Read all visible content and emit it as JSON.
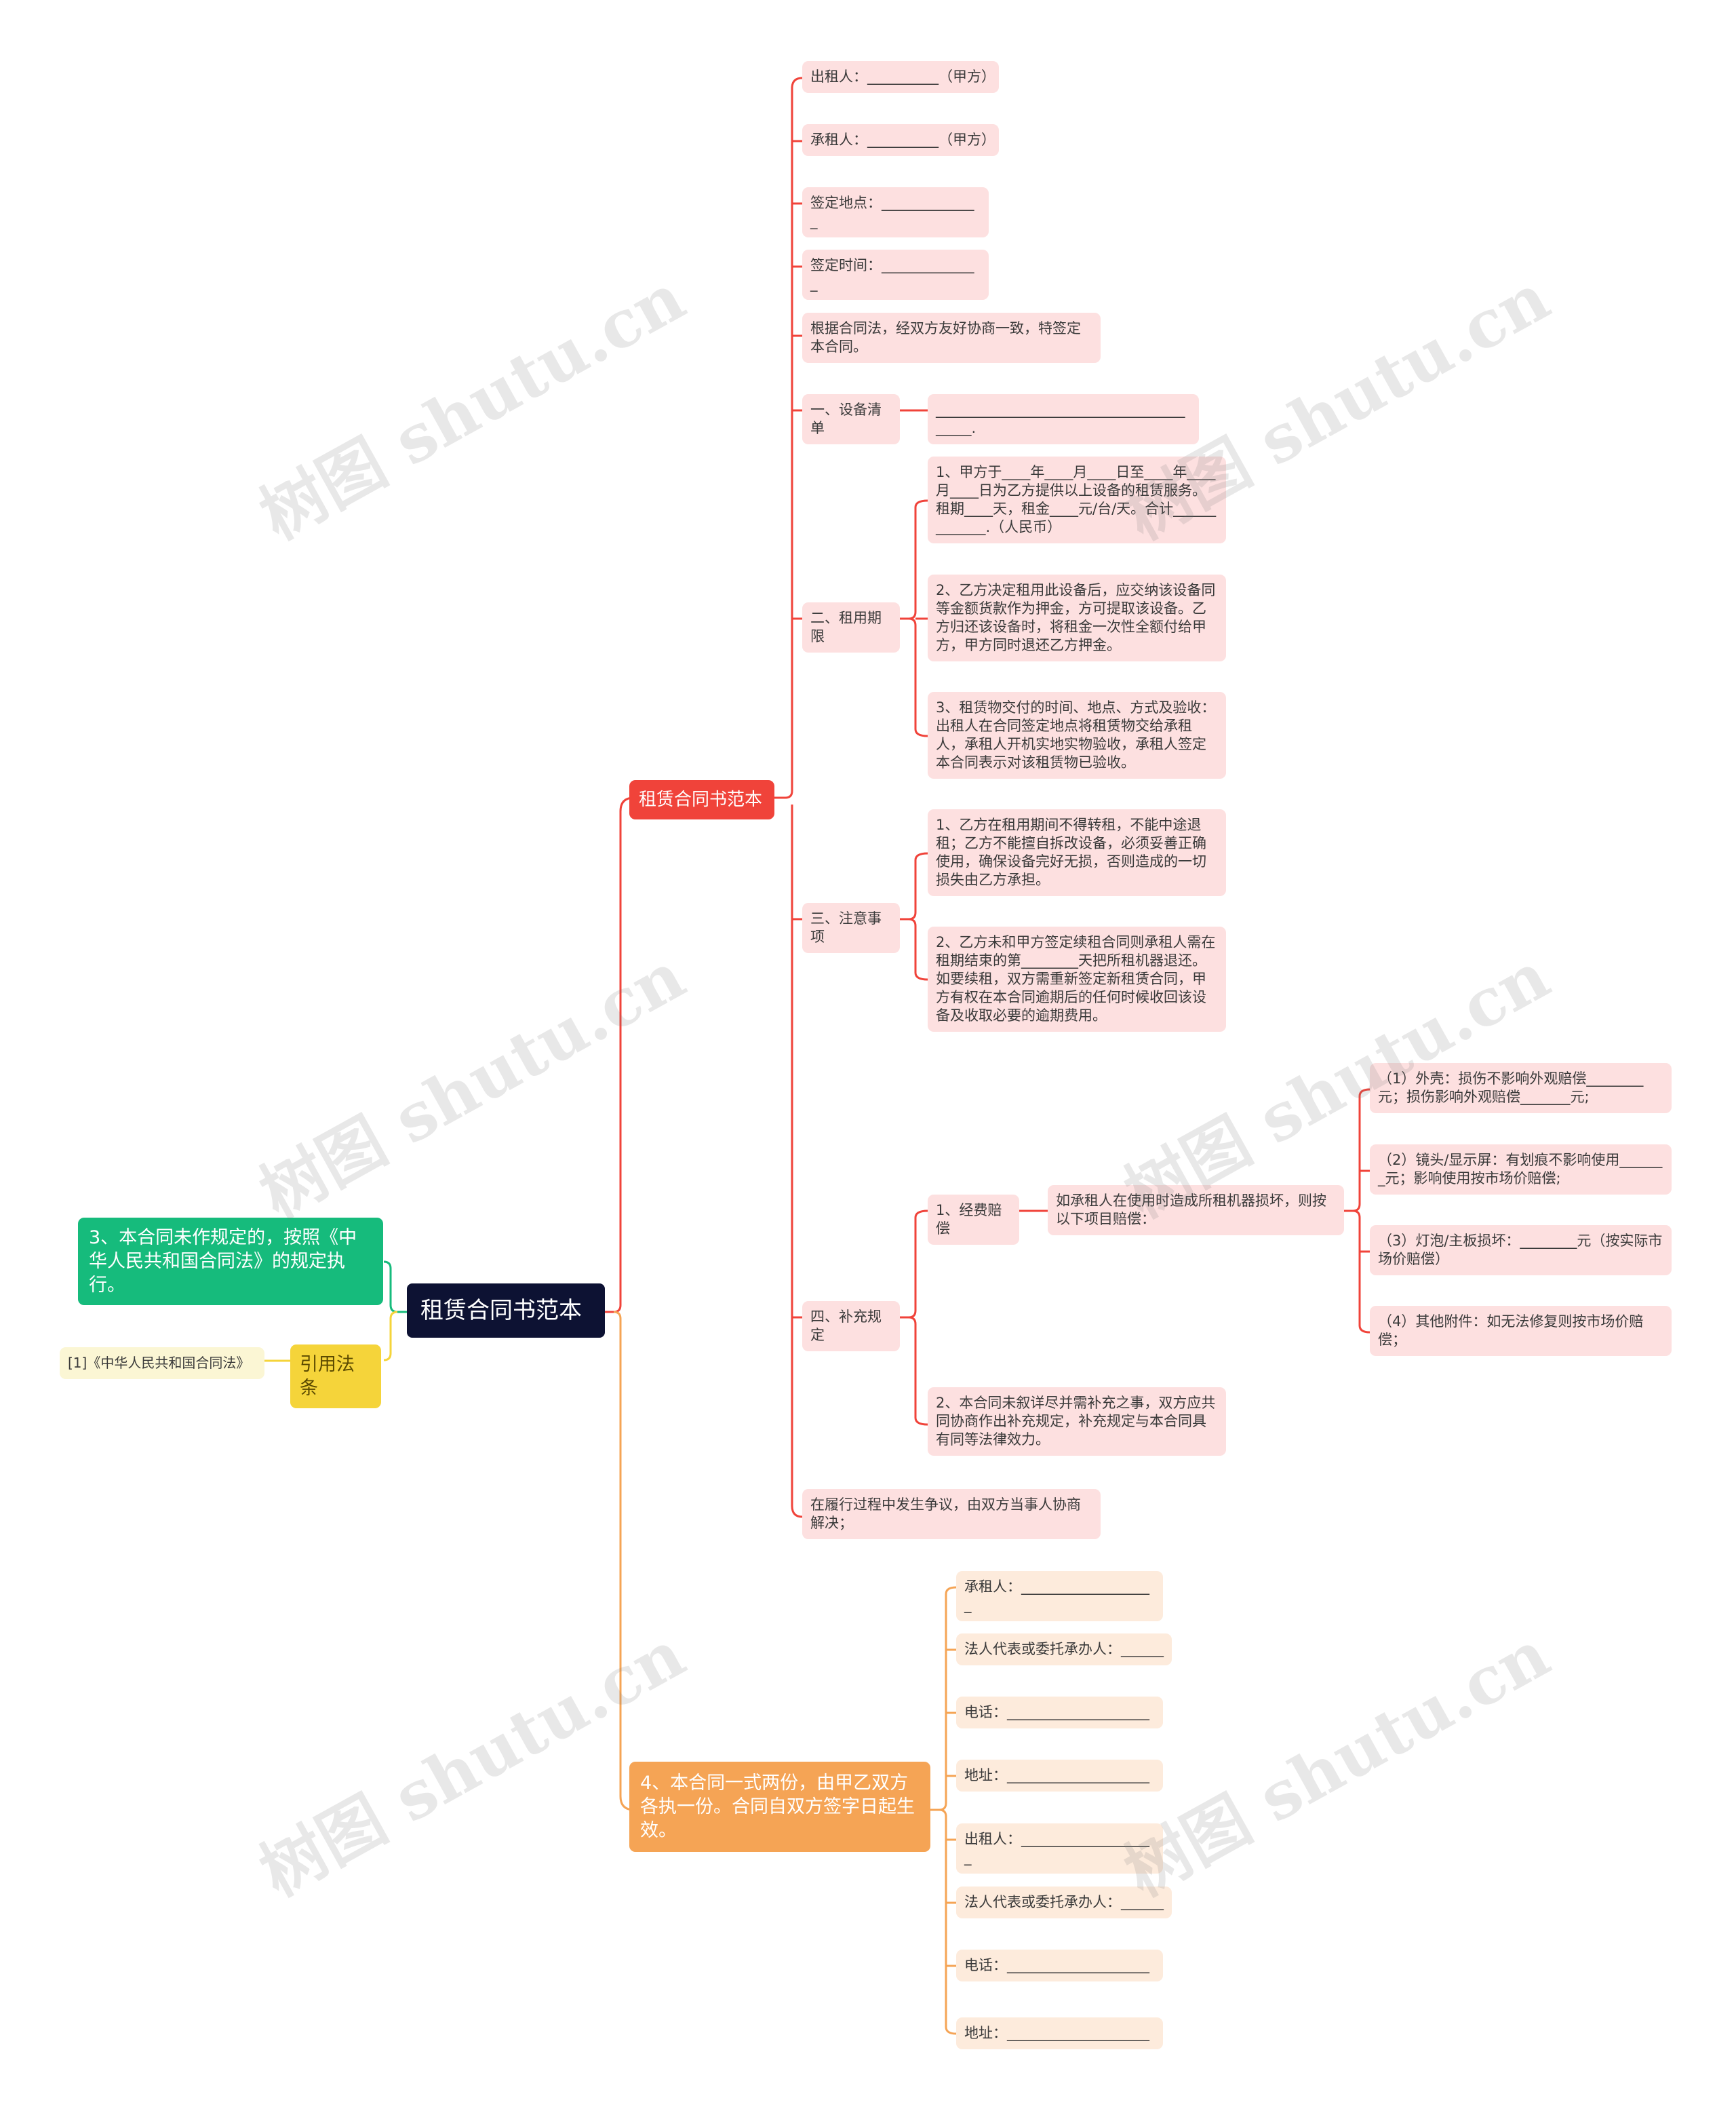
{
  "root": {
    "label": "租赁合同书范本"
  },
  "main": {
    "label": "租赁合同书范本",
    "items": {
      "lessor": "出租人：__________（甲方）",
      "lessee": "承租人：__________（甲方）",
      "place": "签定地点：______________",
      "time": "签定时间：______________",
      "basis": "根据合同法，经双方友好协商一致，特签定本合同。"
    },
    "equipment": {
      "label": "一、设备清单",
      "detail": "________________________________________."
    },
    "term": {
      "label": "二、租用期限",
      "items": [
        "1、甲方于____年____月____日至____年____月____日为乙方提供以上设备的租赁服务。租期____天，租金____元/台/天。合计_____________.（人民币）",
        "2、乙方决定租用此设备后，应交纳该设备同等金额货款作为押金，方可提取该设备。乙方归还该设备时，将租金一次性全额付给甲方，甲方同时退还乙方押金。",
        "3、租赁物交付的时间、地点、方式及验收：出租人在合同签定地点将租赁物交给承租人，承租人开机实地实物验收，承租人签定本合同表示对该租赁物已验收。"
      ]
    },
    "notes": {
      "label": "三、注意事项",
      "items": [
        "1、乙方在租用期间不得转租，不能中途退租；乙方不能擅自拆改设备，必须妥善正确使用，确保设备完好无损，否则造成的一切损失由乙方承担。",
        "2、乙方未和甲方签定续租合同则承租人需在租期结束的第________天把所租机器退还。如要续租，双方需重新签定新租赁合同，甲方有权在本合同逾期后的任何时候收回该设备及收取必要的逾期费用。"
      ]
    },
    "supplement": {
      "label": "四、补充规定",
      "compensation": {
        "label": "1、经费赔偿",
        "desc": "如承租人在使用时造成所租机器损坏，则按以下项目赔偿：",
        "items": [
          "（1）外壳：损伤不影响外观赔偿________元；损伤影响外观赔偿_______元;",
          "（2）镜头/显示屏：有划痕不影响使用_______元；影响使用按市场价赔偿;",
          "（3）灯泡/主板损坏：________元（按实际市场价赔偿）",
          "（4）其他附件：如无法修复则按市场价赔偿；"
        ]
      },
      "item2": "2、本合同未叙详尽并需补充之事，双方应共同协商作出补充规定，补充规定与本合同具有同等法律效力。"
    },
    "dispute": "在履行过程中发生争议，由双方当事人协商解决；"
  },
  "copies": {
    "label": "4、本合同一式两份，由甲乙双方各执一份。合同自双方签字日起生效。",
    "items": [
      "承租人：___________________",
      "法人代表或委托承办人：______",
      "电话：____________________",
      "地址：____________________",
      "出租人：___________________",
      "法人代表或委托承办人：______",
      "电话：____________________",
      "地址：____________________"
    ]
  },
  "left": {
    "green": "3、本合同未作规定的，按照《中华人民共和国合同法》的规定执行。",
    "law_label": "引用法条",
    "law_ref": "[1]《中华人民共和国合同法》"
  },
  "watermark": "树图 shutu.cn",
  "colors": {
    "root": "#0d1233",
    "red": "#f0433a",
    "orange": "#f5a455",
    "green": "#16bb7c",
    "yellow": "#f5d43a",
    "pink": "#fde0e0",
    "peach": "#fdebdc"
  }
}
